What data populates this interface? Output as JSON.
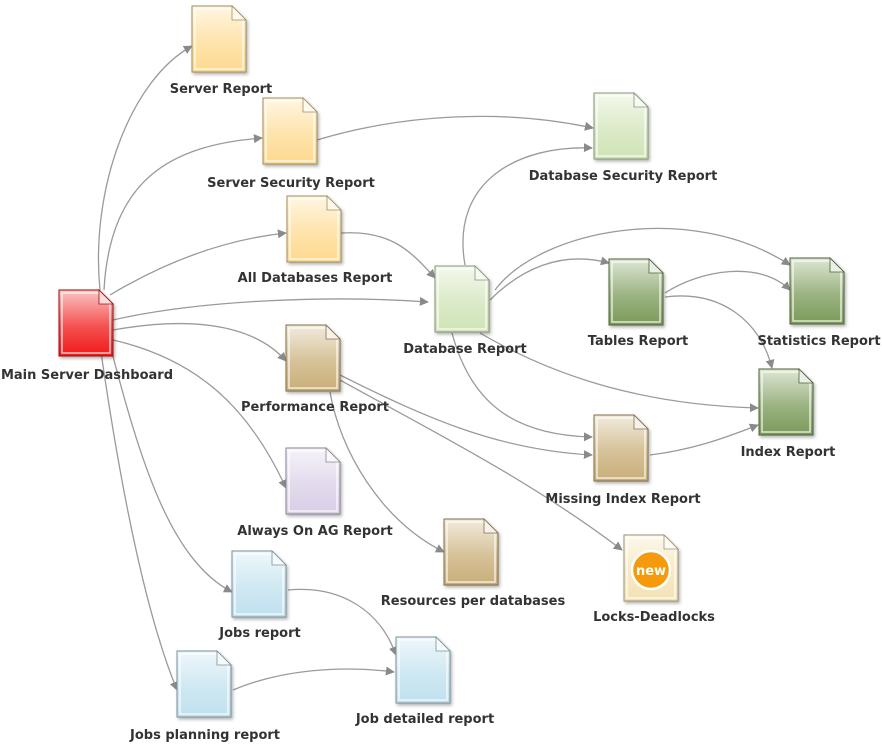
{
  "nodes": [
    {
      "id": "main_dashboard",
      "label": "Main Server Dashboard",
      "color": "#f01818"
    },
    {
      "id": "server_report",
      "label": "Server Report",
      "color": "#fdd98f"
    },
    {
      "id": "server_security",
      "label": "Server Security Report",
      "color": "#fdd98f"
    },
    {
      "id": "all_databases",
      "label": "All Databases Report",
      "color": "#fdd98f"
    },
    {
      "id": "database_security",
      "label": "Database Security Report",
      "color": "#cfe3b6"
    },
    {
      "id": "database_report",
      "label": "Database Report",
      "color": "#cfe3b6"
    },
    {
      "id": "tables_report",
      "label": "Tables Report",
      "color": "#7a9a58"
    },
    {
      "id": "statistics_report",
      "label": "Statistics Report",
      "color": "#7a9a58"
    },
    {
      "id": "index_report",
      "label": "Index Report",
      "color": "#7a9a58"
    },
    {
      "id": "performance_report",
      "label": "Performance Report",
      "color": "#c8ad77"
    },
    {
      "id": "missing_index",
      "label": "Missing Index Report",
      "color": "#c8ad77"
    },
    {
      "id": "always_on",
      "label": "Always On AG Report",
      "color": "#d9cde6"
    },
    {
      "id": "resources_db",
      "label": "Resources per databases",
      "color": "#c8ad77"
    },
    {
      "id": "locks_deadlocks",
      "label": "Locks-Deadlocks",
      "color": "#f3e2b4",
      "badge": "new",
      "badge_color": "#f59a0c"
    },
    {
      "id": "jobs_report",
      "label": "Jobs report",
      "color": "#bfe0ee"
    },
    {
      "id": "job_detailed",
      "label": "Job detailed report",
      "color": "#bfe0ee"
    },
    {
      "id": "jobs_planning",
      "label": "Jobs planning report",
      "color": "#bfe0ee"
    }
  ],
  "edges": [
    {
      "from": "main_dashboard",
      "to": "server_report"
    },
    {
      "from": "main_dashboard",
      "to": "server_security"
    },
    {
      "from": "main_dashboard",
      "to": "all_databases"
    },
    {
      "from": "main_dashboard",
      "to": "database_report"
    },
    {
      "from": "main_dashboard",
      "to": "performance_report"
    },
    {
      "from": "main_dashboard",
      "to": "always_on"
    },
    {
      "from": "main_dashboard",
      "to": "jobs_report"
    },
    {
      "from": "main_dashboard",
      "to": "jobs_planning"
    },
    {
      "from": "server_security",
      "to": "database_security"
    },
    {
      "from": "all_databases",
      "to": "database_report"
    },
    {
      "from": "database_report",
      "to": "database_security"
    },
    {
      "from": "database_report",
      "to": "tables_report"
    },
    {
      "from": "database_report",
      "to": "statistics_report"
    },
    {
      "from": "database_report",
      "to": "index_report"
    },
    {
      "from": "database_report",
      "to": "missing_index"
    },
    {
      "from": "tables_report",
      "to": "statistics_report"
    },
    {
      "from": "tables_report",
      "to": "index_report"
    },
    {
      "from": "performance_report",
      "to": "missing_index"
    },
    {
      "from": "performance_report",
      "to": "resources_db"
    },
    {
      "from": "performance_report",
      "to": "locks_deadlocks"
    },
    {
      "from": "missing_index",
      "to": "index_report"
    },
    {
      "from": "jobs_report",
      "to": "job_detailed"
    },
    {
      "from": "jobs_planning",
      "to": "job_detailed"
    }
  ]
}
